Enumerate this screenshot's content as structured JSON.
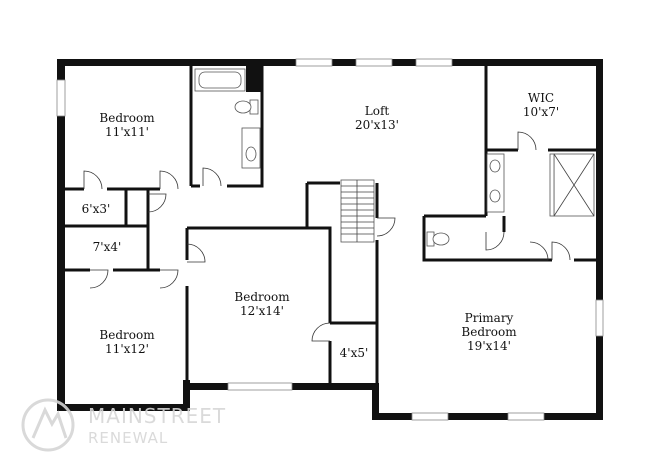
{
  "rooms": {
    "bedroom_nw": {
      "name": "Bedroom",
      "size": "11'x11'"
    },
    "loft": {
      "name": "Loft",
      "size": "20'x13'"
    },
    "wic": {
      "name": "WIC",
      "size": "10'x7'"
    },
    "closet_6x3": {
      "size": "6'x3'"
    },
    "closet_7x4": {
      "size": "7'x4'"
    },
    "bedroom_center": {
      "name": "Bedroom",
      "size": "12'x14'"
    },
    "bedroom_sw": {
      "name": "Bedroom",
      "size": "11'x12'"
    },
    "closet_4x5": {
      "size": "4'x5'"
    },
    "primary": {
      "name_line1": "Primary",
      "name_line2": "Bedroom",
      "size": "19'x14'"
    }
  },
  "watermark": {
    "line1": "MAINSTREET",
    "line2": "RENEWAL"
  }
}
